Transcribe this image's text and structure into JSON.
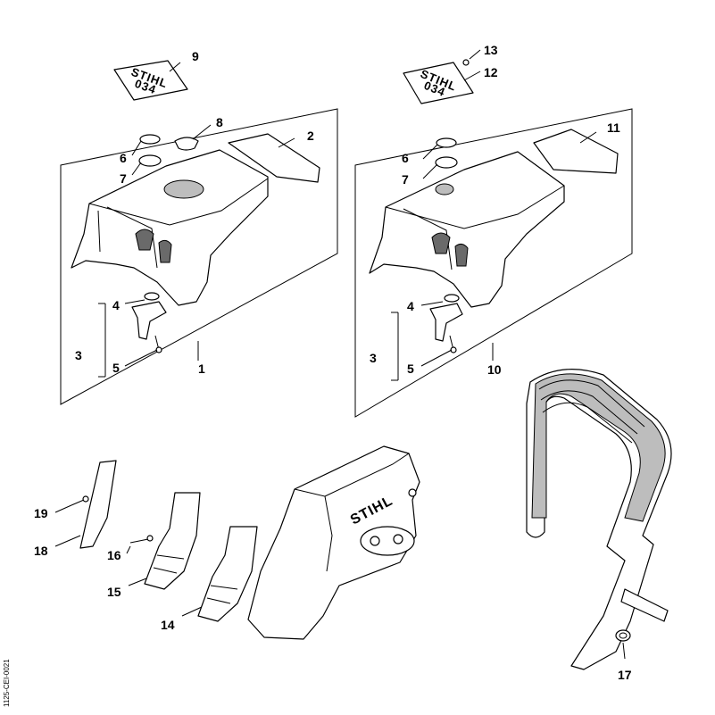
{
  "diagram": {
    "decals": {
      "left": {
        "line1": "STIHL",
        "line2": "034"
      },
      "right": {
        "line1": "STIHL",
        "line2": "034"
      }
    },
    "chain_cover_brand": "STIHL",
    "footer_code": "1125-CEI-0021",
    "callouts": {
      "c1": "1",
      "c2": "2",
      "c3a": "3",
      "c3b": "3",
      "c4a": "4",
      "c4b": "4",
      "c5a": "5",
      "c5b": "5",
      "c6a": "6",
      "c6b": "6",
      "c7a": "7",
      "c7b": "7",
      "c8": "8",
      "c9": "9",
      "c10": "10",
      "c11": "11",
      "c12": "12",
      "c13": "13",
      "c14": "14",
      "c15": "15",
      "c16": "16",
      "c17": "17",
      "c18": "18",
      "c19": "19"
    }
  }
}
